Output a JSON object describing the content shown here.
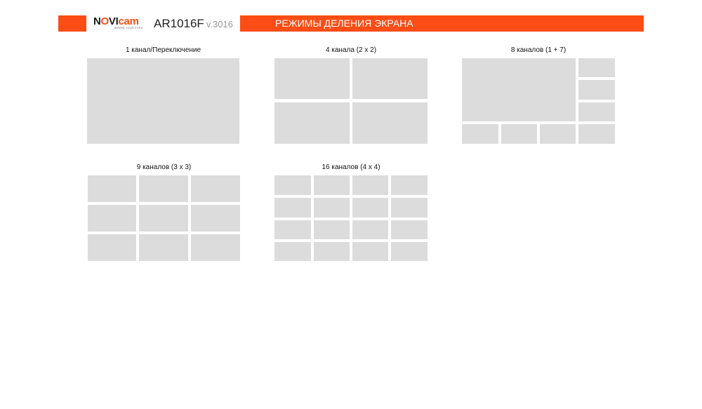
{
  "header": {
    "logo_dark_1": "N",
    "logo_accent_1": "O",
    "logo_dark_2": "VI",
    "logo_accent_2": "cam",
    "logo_tagline": "WHERE YOUR EYES",
    "model": "AR1016F",
    "version": "v.3016",
    "title": "РЕЖИМЫ ДЕЛЕНИЯ ЭКРАНА",
    "accent_color": "#fc4d14"
  },
  "modes": [
    {
      "label": "1 канал/Переключение"
    },
    {
      "label": "4 канала (2 х 2)"
    },
    {
      "label": "8 каналов (1 + 7)"
    },
    {
      "label": "9 каналов (3 х 3)"
    },
    {
      "label": "16 каналов (4 х 4)"
    }
  ]
}
